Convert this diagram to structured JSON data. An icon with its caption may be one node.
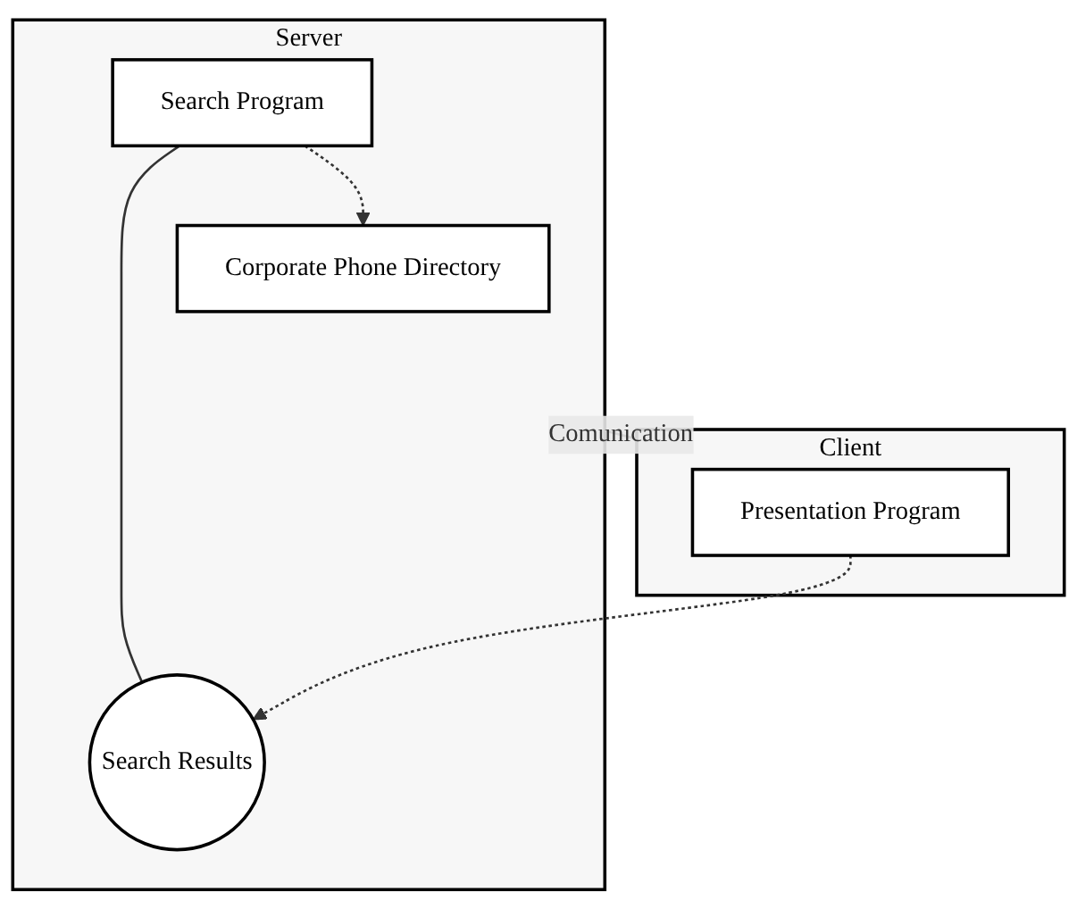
{
  "diagram": {
    "nodes": [
      {
        "text": [
          "Server"
        ]
      },
      {
        "text": [
          "Corporate Phone Directory"
        ],
        "in": 0
      },
      {
        "text": [
          "Search Program"
        ],
        "in": 0
      },
      {
        "text": [
          "Search Results"
        ],
        "in": 0
      },
      {
        "text": [
          "Client"
        ]
      },
      {
        "text": [
          "Presentation Program"
        ],
        "in": 4
      }
    ],
    "edges": [
      {
        "from": 2,
        "to": 1,
        "arrow": "to",
        "style": "dashed"
      },
      {
        "from": 2,
        "to": 3,
        "arrow": "none"
      },
      {
        "from": 5,
        "to": 3,
        "arrow": "to",
        "style": "dashed"
      },
      {
        "from": 0,
        "to": 4,
        "arrow": "none",
        "label": "Comunication"
      }
    ]
  }
}
